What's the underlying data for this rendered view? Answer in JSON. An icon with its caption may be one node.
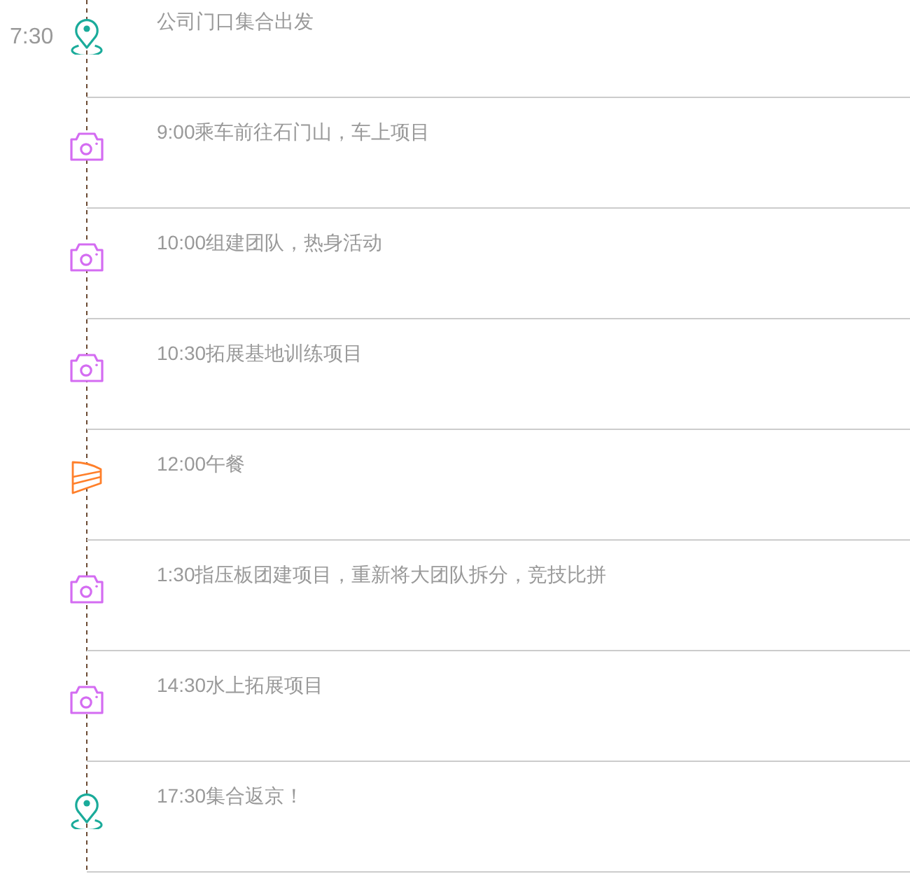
{
  "diagram": {
    "nodes": [
      {
        "text": [
          "公司门口集合出发"
        ],
        "beside": [
          "7:30"
        ]
      },
      {
        "text": [
          "9:00乘车前往石门山，车上项目"
        ]
      },
      {
        "text": [
          "10:00组建团队，热身活动"
        ]
      },
      {
        "text": [
          "10:30拓展基地训练项目"
        ]
      },
      {
        "text": [
          "12:00午餐"
        ]
      },
      {
        "text": [
          "1:30指压板团建项目，重新将大团队拆分，竞技比拼"
        ]
      },
      {
        "text": [
          "14:30水上拓展项目"
        ]
      },
      {
        "text": [
          "17:30集合返京！"
        ]
      }
    ]
  }
}
